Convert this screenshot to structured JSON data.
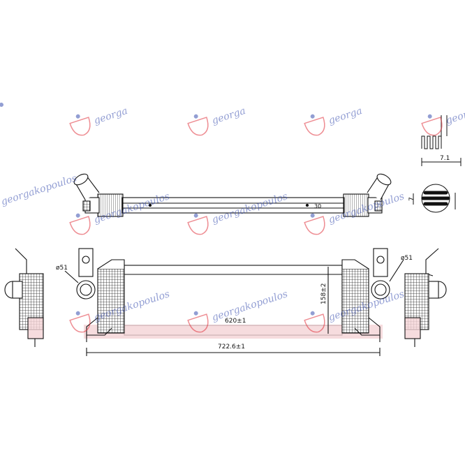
{
  "watermark": {
    "text_main": "georga",
    "text_long": "georgakopoulos",
    "color_red": "#e0313b",
    "color_blue": "#3a4fb0"
  },
  "dimensions": {
    "diameter_left": "ø51",
    "diameter_right": "ø51",
    "core_width": "620±1",
    "overall_width": "722.6±1",
    "height": "158±2",
    "fin_thickness": "7.1",
    "tube_pitch": "7"
  },
  "colors": {
    "line": "#111111",
    "highlight_band": "#f4d3d6"
  }
}
